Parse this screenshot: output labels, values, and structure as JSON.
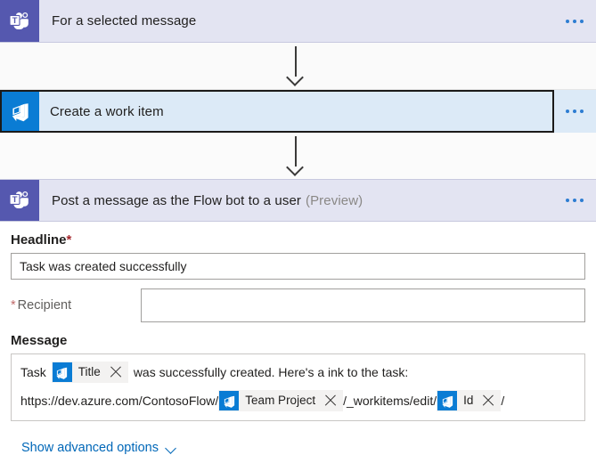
{
  "flow": {
    "steps": [
      {
        "id": "trigger",
        "title": "For a selected message",
        "preview": "",
        "icon": "teams-icon",
        "icon_color": "#5558af",
        "card_color": "#e3e4f2",
        "selected": false,
        "menu": "overflow-menu"
      },
      {
        "id": "create-work-item",
        "title": "Create a work item",
        "preview": "",
        "icon": "azure-devops-icon",
        "icon_color": "#0a7cd4",
        "card_color": "#dceaf7",
        "selected": true,
        "menu": "overflow-menu"
      },
      {
        "id": "post-message",
        "title": "Post a message as the Flow bot to a user",
        "preview": "(Preview)",
        "icon": "teams-icon",
        "icon_color": "#5558af",
        "card_color": "#e3e4f2",
        "selected": false,
        "menu": "overflow-menu"
      }
    ]
  },
  "form": {
    "headline": {
      "label": "Headline",
      "required_mark": "*",
      "value": "Task was created successfully"
    },
    "recipient": {
      "required_mark": "*",
      "label": "Recipient",
      "value": "",
      "placeholder": ""
    },
    "message": {
      "label": "Message",
      "line1": {
        "prefix": "Task",
        "token": {
          "label": "Title",
          "icon": "azure-devops-icon",
          "close": "close-icon"
        },
        "suffix": "was successfully created. Here's a ink to the task:"
      },
      "line2": {
        "prefix": "https://dev.azure.com/ContosoFlow/",
        "token1": {
          "label": "Team Project",
          "icon": "azure-devops-icon",
          "close": "close-icon"
        },
        "middle": "/_workitems/edit/",
        "token2": {
          "label": "Id",
          "icon": "azure-devops-icon",
          "close": "close-icon"
        },
        "suffix": "/"
      }
    }
  },
  "advanced": {
    "label": "Show advanced options",
    "chevron": "chevron-down-icon"
  },
  "colors": {
    "teams_purple": "#5558af",
    "devops_blue": "#0a7cd4",
    "trigger_card": "#e3e4f2",
    "selected_card": "#dceaf7",
    "link_blue": "#0067b8",
    "required_red": "#a4262c"
  }
}
